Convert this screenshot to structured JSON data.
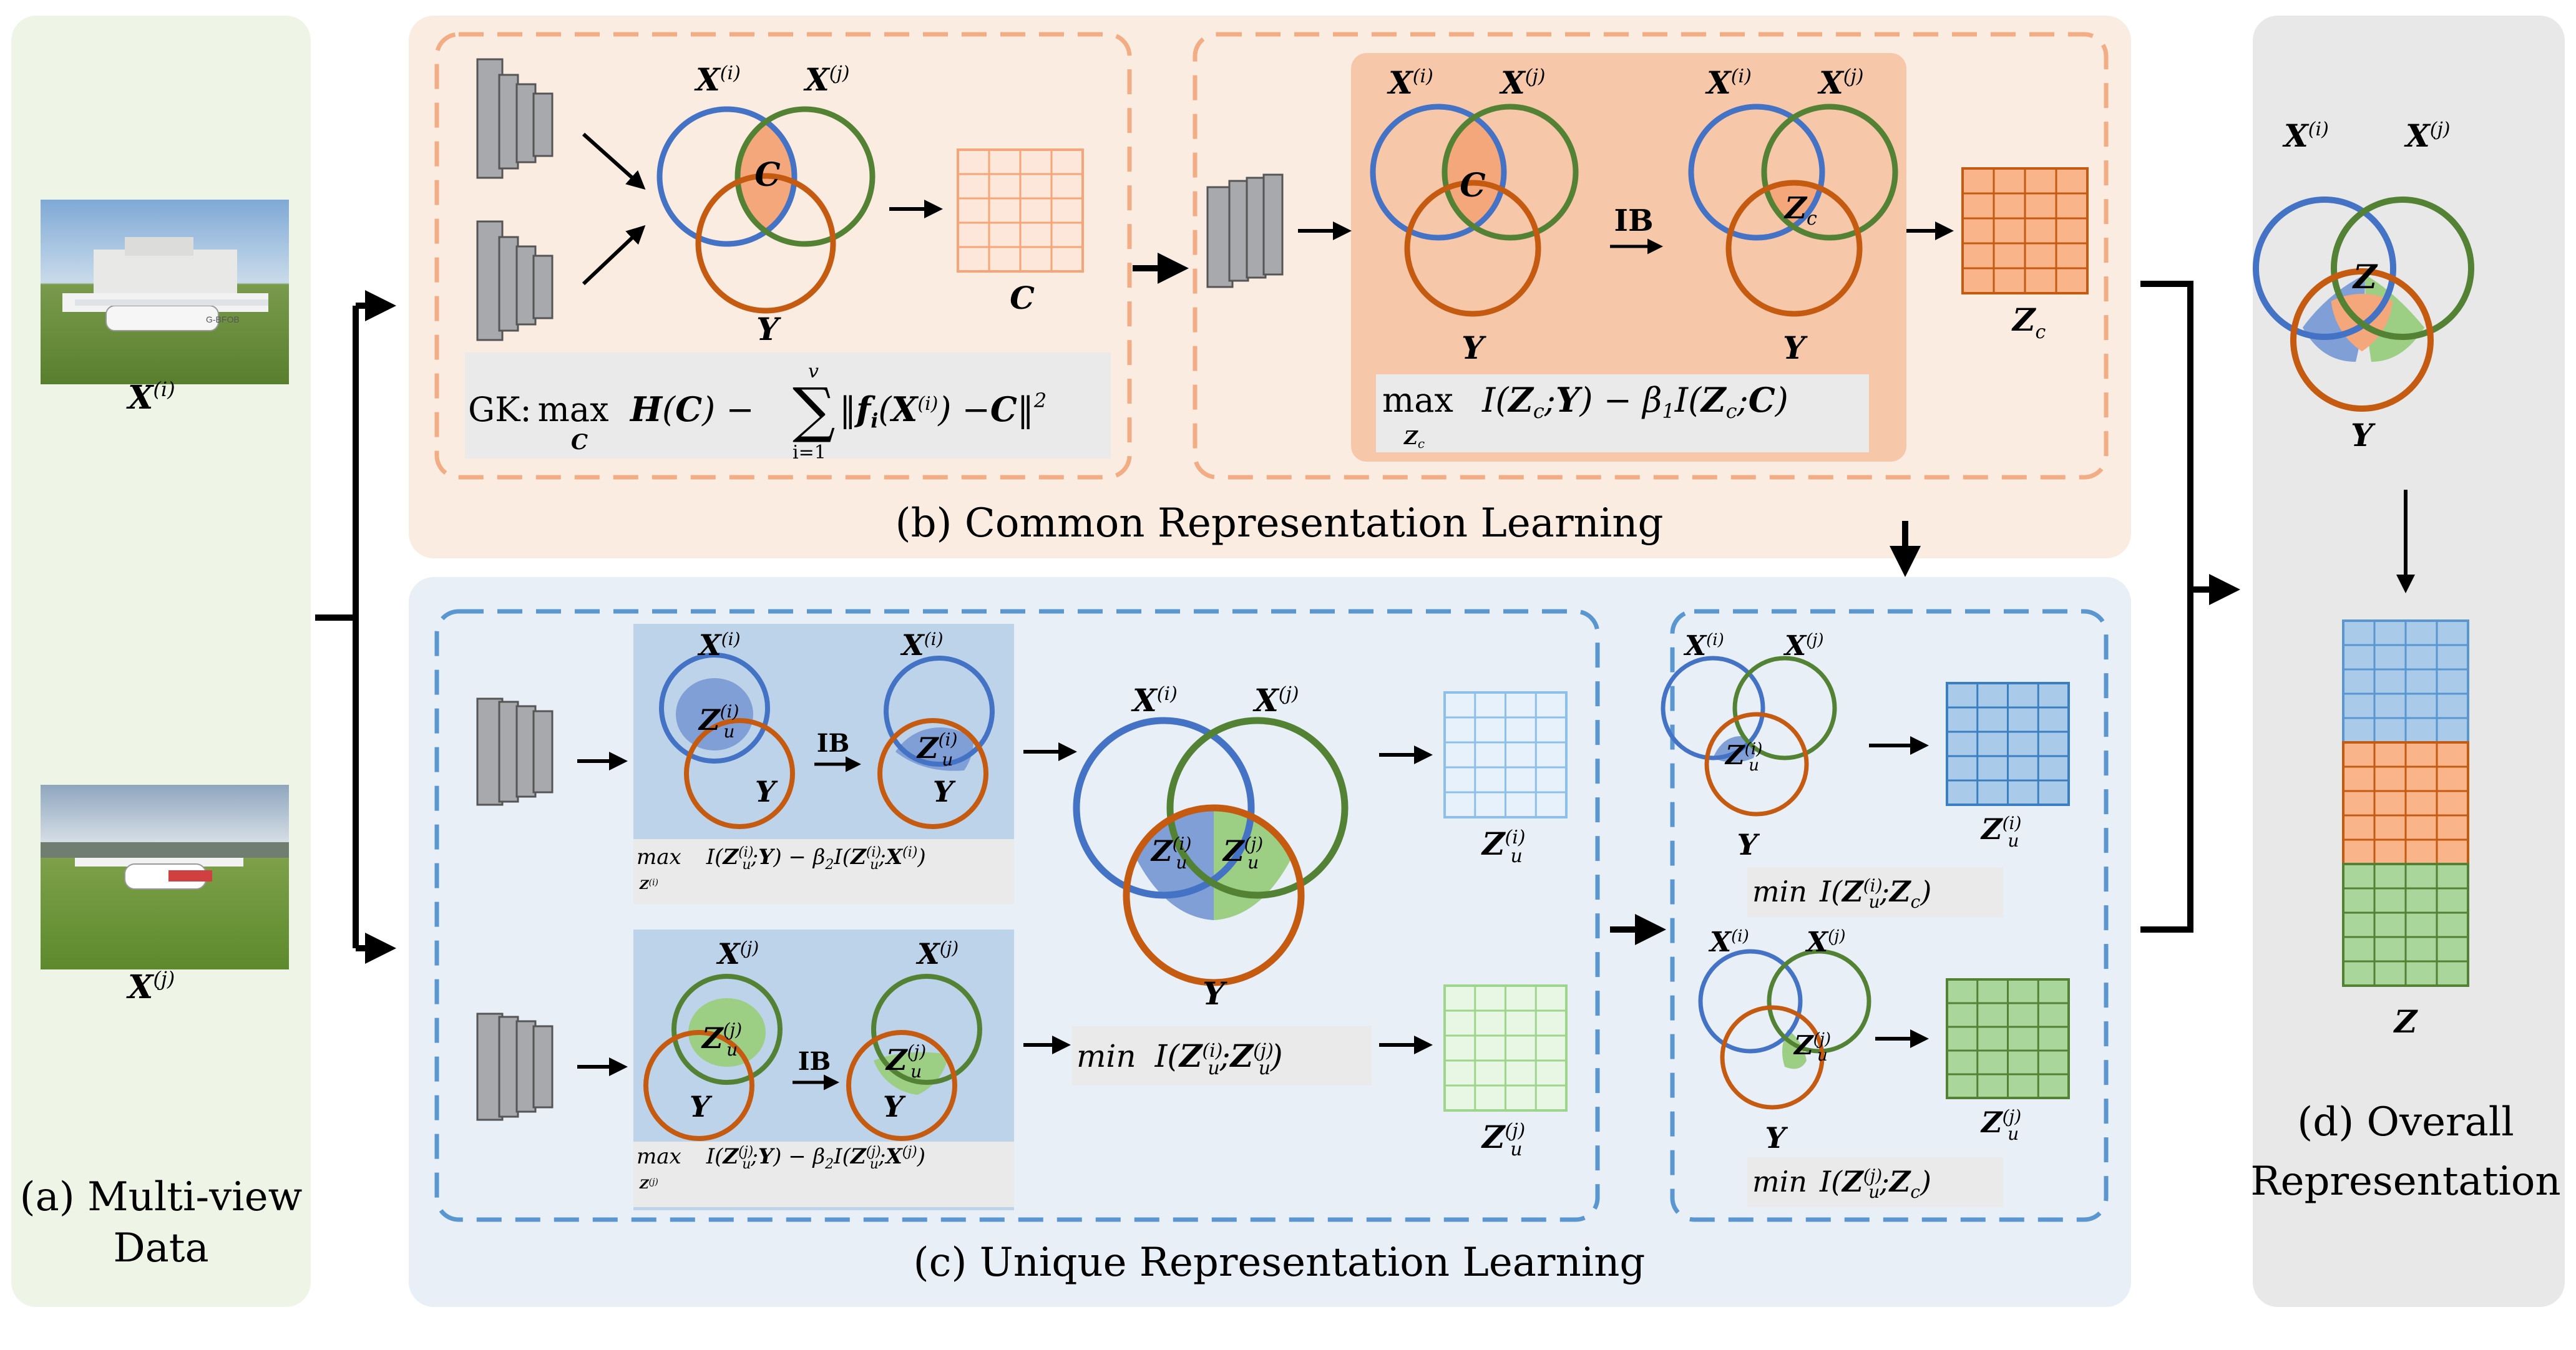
{
  "colors": {
    "panel_green": "#eef5e6",
    "panel_peach": "#fbece1",
    "panel_blue": "#e8eff7",
    "panel_gray": "#e8e8e8",
    "orange_dash": "#f2ad85",
    "blue_dash": "#5a96cf",
    "circle_blue": "#4472c4",
    "circle_green": "#548235",
    "circle_orange": "#c55a11",
    "fill_orange": "#f4a77a",
    "fill_blue": "#7f9fd6",
    "fill_green": "#9ccf84",
    "grid_orange": "#f5a577",
    "grid_blue": "#8cc0ea",
    "grid_green": "#9dd58d",
    "formula_bg": "#eaeaea"
  },
  "panels": {
    "a_label_1": "(a) Multi-view",
    "a_label_2": "Data",
    "b_label": "(b) Common Representation Learning",
    "c_label": "(c) Unique Representation Learning",
    "d_label_1": "(d) Overall",
    "d_label_2": "Representation"
  },
  "images": {
    "view_i_label": "X(i)",
    "view_j_label": "X(j)",
    "plane_id": "G-BFOB"
  },
  "common": {
    "venn1": {
      "xi": "X(i)",
      "xj": "X(j)",
      "y": "Y",
      "center": "C"
    },
    "grid_label": "C",
    "formula_gk": "GK: max  H(C) − Σᵢ₌₁ᵛ ‖fᵢ(X(i)) − C‖²",
    "formula_gk_sub": "C",
    "venn2": {
      "xi": "X(i)",
      "xj": "X(j)",
      "y": "Y",
      "center": "C"
    },
    "ib_label": "IB",
    "venn3": {
      "xi": "X(i)",
      "xj": "X(j)",
      "y": "Y",
      "center": "Zc"
    },
    "grid2_label": "Zc",
    "formula_ib": "max  I(Zc; Y) − β₁I(Zc; C)",
    "formula_ib_sub": "Zc"
  },
  "unique": {
    "top_small": {
      "x": "X(i)",
      "y": "Y",
      "center": "Zu(i)"
    },
    "top_after": {
      "x": "X(i)",
      "y": "Y",
      "center": "Zu(i)"
    },
    "ib_label_top": "IB",
    "formula_top": "max  I(Zu(i); Y) − β₂I(Zu(i); X(i))",
    "bot_small": {
      "x": "X(j)",
      "y": "Y",
      "center": "Zu(j)"
    },
    "bot_after": {
      "x": "X(j)",
      "y": "Y",
      "center": "Zu(j)"
    },
    "ib_label_bot": "IB",
    "formula_bot": "max  I(Zu(j); Y) − β₂I(Zu(j); X(j))",
    "big_venn": {
      "xi": "X(i)",
      "xj": "X(j)",
      "y": "Y",
      "left": "Zu(i)",
      "right": "Zu(j)"
    },
    "min_mid": "min  I(Zu(i); Zu(j))",
    "grid_top_label": "Zu(i)",
    "grid_bot_label": "Zu(j)",
    "right_top_venn": {
      "xi": "X(i)",
      "xj": "X(j)",
      "y": "Y",
      "center": "Zu(i)"
    },
    "right_top_formula": "min  I(Zu(i); Zc)",
    "right_top_grid": "Zu(i)",
    "right_bot_venn": {
      "xi": "X(i)",
      "xj": "X(j)",
      "y": "Y",
      "center": "Zu(j)"
    },
    "right_bot_formula": "min  I(Zu(j); Zc)",
    "right_bot_grid": "Zu(j)"
  },
  "overall": {
    "venn": {
      "xi": "X(i)",
      "xj": "X(j)",
      "y": "Y",
      "center": "Z"
    },
    "grid_label": "Z"
  }
}
